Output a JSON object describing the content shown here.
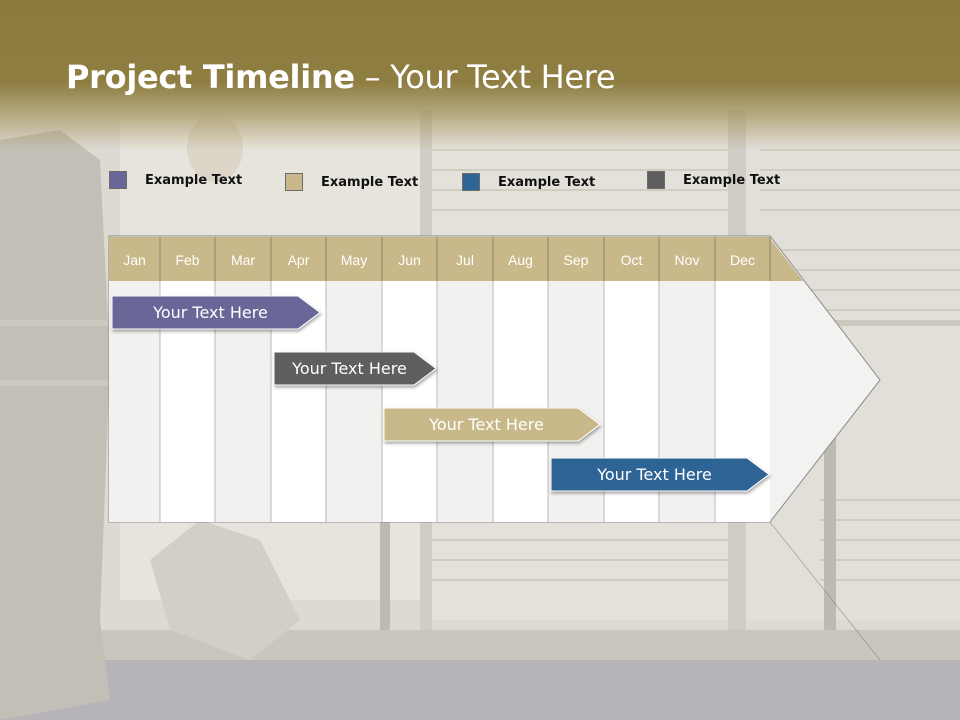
{
  "title": {
    "bold": "Project Timeline",
    "rest": " – Your Text Here"
  },
  "legend": [
    {
      "label": "Example Text",
      "color": "#6a6698"
    },
    {
      "label": "Example Text",
      "color": "#c8b88a"
    },
    {
      "label": "Example Text",
      "color": "#2f6496"
    },
    {
      "label": "Example Text",
      "color": "#5e5e5e"
    }
  ],
  "months": [
    "Jan",
    "Feb",
    "Mar",
    "Apr",
    "May",
    "Jun",
    "Jul",
    "Aug",
    "Sep",
    "Oct",
    "Nov",
    "Dec"
  ],
  "bars": [
    {
      "label": "Your  Text Here",
      "color": "#6a6698"
    },
    {
      "label": "Your  Text Here",
      "color": "#5e5e5e"
    },
    {
      "label": "Your  Text Here",
      "color": "#c8b88a"
    },
    {
      "label": "Your  Text Here",
      "color": "#2f6496"
    }
  ],
  "colors": {
    "header": "#c8b88a",
    "title_band": "#8a7a3e"
  }
}
